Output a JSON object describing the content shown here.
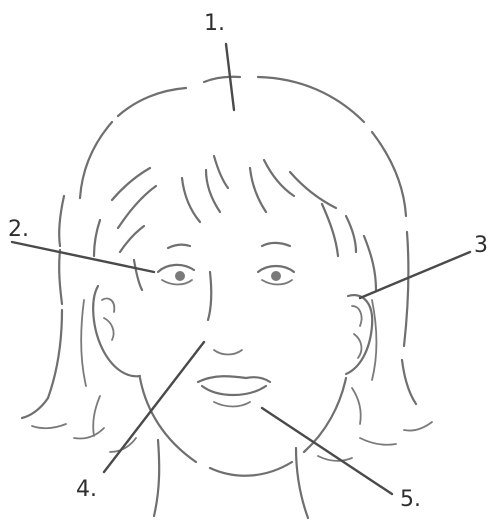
{
  "labels": {
    "l1": "1.",
    "l2": "2.",
    "l3": "3",
    "l4": "4.",
    "l5": "5."
  }
}
